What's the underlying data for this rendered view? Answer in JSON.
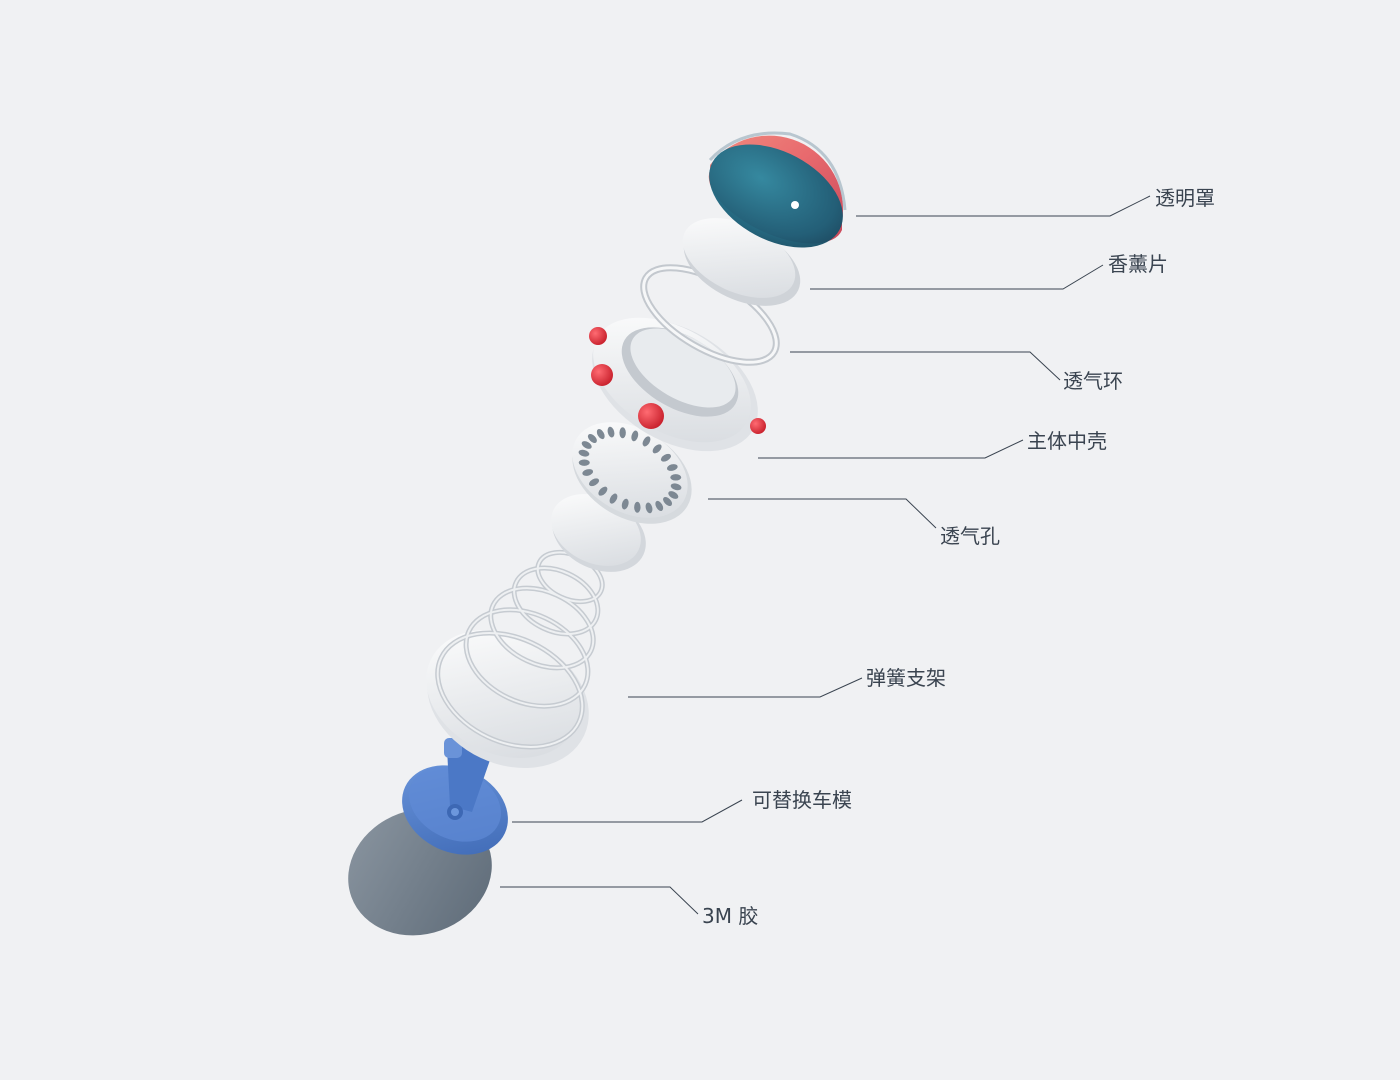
{
  "diagram": {
    "colors": {
      "background": "#f0f1f3",
      "leader_line": "#3a4450",
      "label_text": "#3a4450",
      "dome_teal": "#1f6f86",
      "dome_pink": "#e86a6e",
      "white_parts": "#f4f5f7",
      "part_shadow": "#c9ced4",
      "accent_red": "#e23a45",
      "car_mount_blue": "#4f7fcf",
      "adhesive_gray": "#6c7986"
    },
    "parts": [
      {
        "id": "transparent-cover",
        "label": "透明罩",
        "icon": "dome-shape"
      },
      {
        "id": "fragrance-disc",
        "label": "香薰片",
        "icon": "disc-shape"
      },
      {
        "id": "vent-ring",
        "label": "透气环",
        "icon": "ring-shape"
      },
      {
        "id": "main-shell",
        "label": "主体中壳",
        "icon": "shell-shape"
      },
      {
        "id": "vent-holes",
        "label": "透气孔",
        "icon": "perforated-disc-shape"
      },
      {
        "id": "spring-bracket",
        "label": "弹簧支架",
        "icon": "spring-shape"
      },
      {
        "id": "replaceable-car-mount",
        "label": "可替换车模",
        "icon": "mount-shape"
      },
      {
        "id": "adhesive-3m",
        "label": "3M 胶",
        "icon": "adhesive-pad-shape"
      }
    ]
  }
}
